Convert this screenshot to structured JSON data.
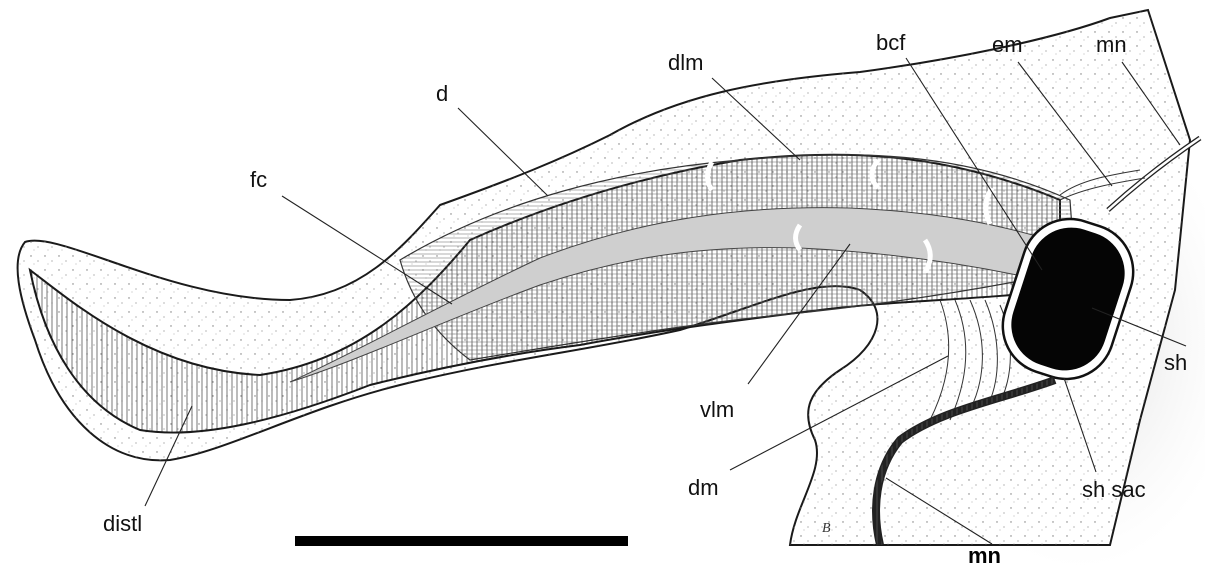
{
  "figure": {
    "labels": {
      "d": "d",
      "fc": "fc",
      "dlm": "dlm",
      "bcf": "bcf",
      "em": "em",
      "mn_top": "mn",
      "sh": "sh",
      "sh_sac": "sh sac",
      "vlm": "vlm",
      "dm": "dm",
      "distl": "distl",
      "mn_bottom": "mn"
    },
    "signature": "B",
    "scale_bar": "scale bar"
  }
}
